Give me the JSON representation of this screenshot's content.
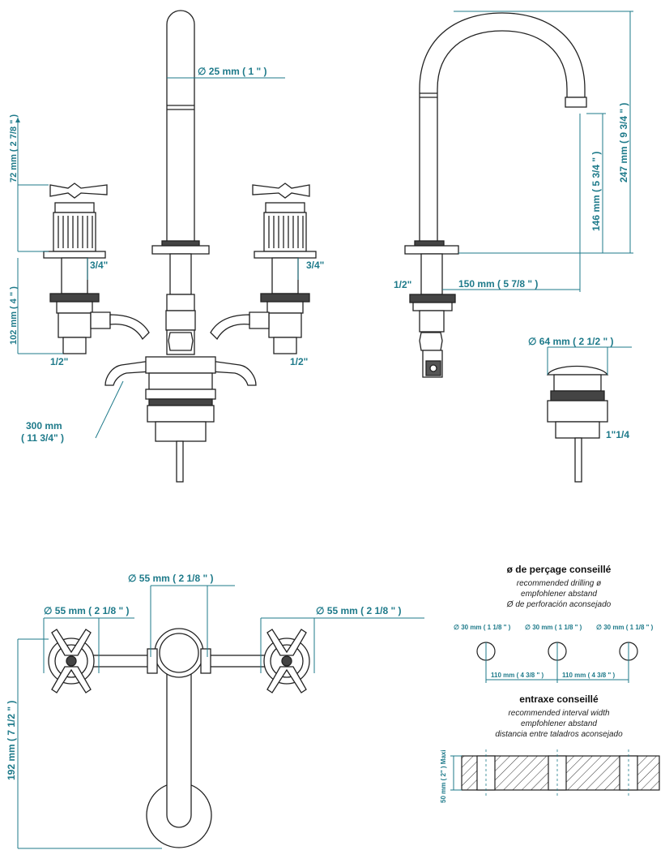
{
  "dimensions": {
    "spout_diameter": "∅  25 mm ( 1 \" )",
    "handle_height": "72 mm ( 2 7/8 \" )",
    "body_height": "102 mm ( 4 \" )",
    "thread_left_top": "3/4\"",
    "thread_right_top": "3/4\"",
    "thread_left_bottom": "1/2\"",
    "thread_right_bottom": "1/2\"",
    "hose_length_1": "300 mm",
    "hose_length_2": "( 11 3/4\" )",
    "side_thread": "1/2\"",
    "spout_reach": "150 mm ( 5 7/8 \" )",
    "spout_outlet_height": "146 mm ( 5 3/4 \" )",
    "spout_total_height": "247 mm ( 9 3/4 \" )",
    "drain_diameter": "∅  64 mm ( 2 1/2 \" )",
    "drain_thread": "1\"1/4",
    "top_center_diameter": "∅  55 mm ( 2 1/8 \" )",
    "top_left_diameter": "∅  55 mm ( 2 1/8 \" )",
    "top_right_diameter": "∅  55 mm ( 2 1/8 \" )",
    "top_view_depth": "192 mm ( 7 1/2 \" )"
  },
  "drilling": {
    "title": "ø de perçage conseillé",
    "line1": "recommended drilling ø",
    "line2": "empfohlener abstand",
    "line3": "Ø de perforación aconsejado",
    "hole_label_1": "∅  30 mm ( 1 1/8 \" )",
    "hole_label_2": "∅  30 mm ( 1 1/8 \" )",
    "hole_label_3": "∅  30 mm ( 1 1/8 \" )",
    "spacing_1": "110 mm ( 4 3/8 \" )",
    "spacing_2": "110 mm ( 4 3/8 \" )"
  },
  "interval": {
    "title": "entraxe conseillé",
    "line1": "recommended interval width",
    "line2": "empfohlener abstand",
    "line3": "distancia entre taladros aconsejado",
    "thickness": "50 mm ( 2\" ) Maxi"
  }
}
